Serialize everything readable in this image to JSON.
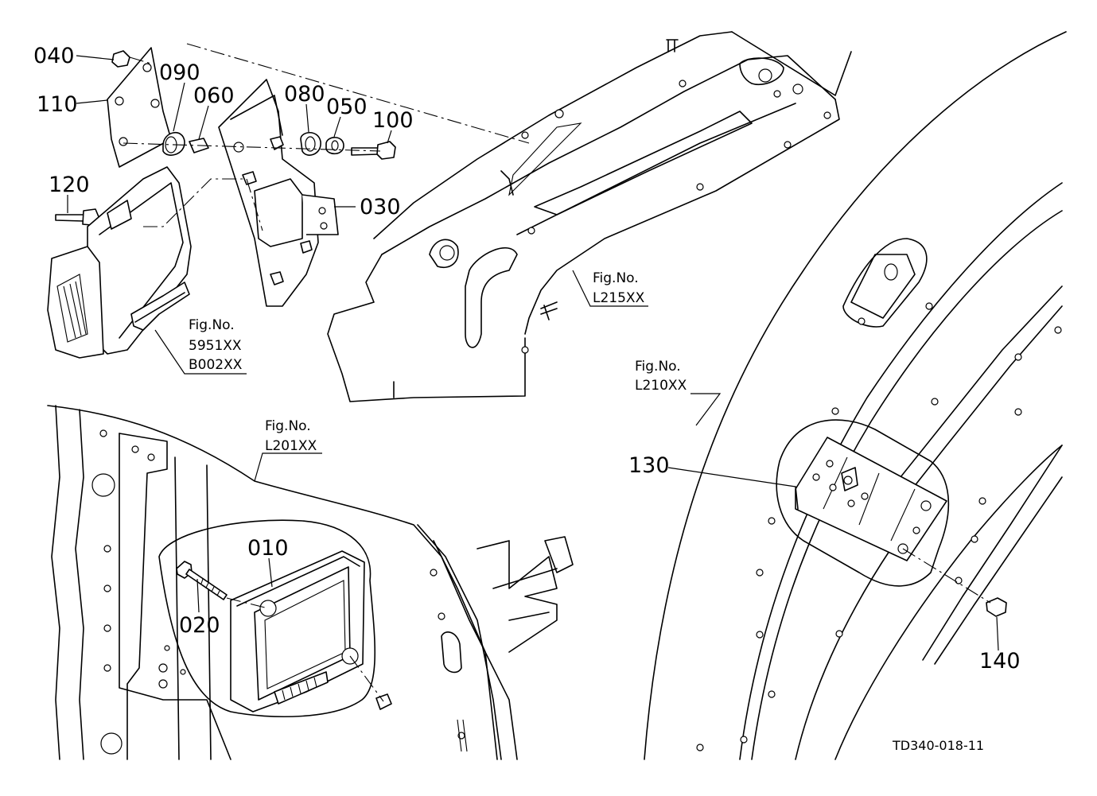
{
  "diagram": {
    "part_labels": {
      "p040": "040",
      "p090": "090",
      "p110": "110",
      "p060": "060",
      "p080": "080",
      "p050": "050",
      "p100": "100",
      "p120": "120",
      "p030": "030",
      "p010": "010",
      "p020": "020",
      "p130": "130",
      "p140": "140"
    },
    "fig_refs": {
      "ecu_ref": {
        "heading": "Fig.No.",
        "line1": "5951XX",
        "line2": "B002XX"
      },
      "frame_ref": {
        "heading": "Fig.No.",
        "line1": "L215XX"
      },
      "fender_ref": {
        "heading": "Fig.No.",
        "line1": "L210XX"
      },
      "panel_ref": {
        "heading": "Fig.No.",
        "line1": "L201XX"
      }
    },
    "drawing_code": "TD340-018-11"
  }
}
